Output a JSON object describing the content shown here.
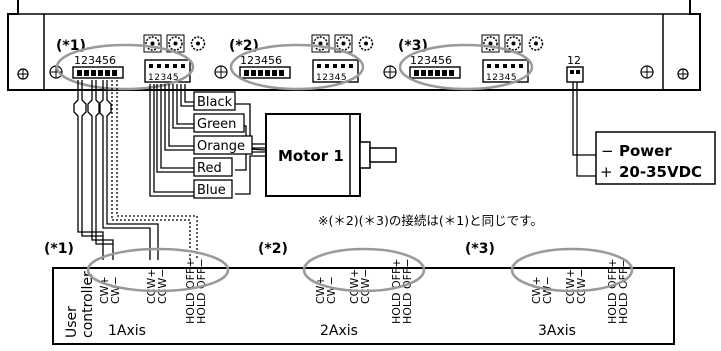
{
  "driver_board": {
    "groups": [
      {
        "marker": "(*1)",
        "dip_numbers": "123456"
      },
      {
        "marker": "(*2)",
        "dip_numbers": "123456"
      },
      {
        "marker": "(*3)",
        "dip_numbers": "123456"
      }
    ],
    "motor_pin_numbers": "12345",
    "power_pin_numbers": "12"
  },
  "motor": {
    "label": "Motor 1",
    "wire_labels": [
      "Black",
      "Green",
      "Orange",
      "Red",
      "Blue"
    ]
  },
  "power": {
    "minus_sign": "−",
    "plus_sign": "+",
    "label_line1": "Power",
    "label_line2": "20-35VDC"
  },
  "note": "※(＊2)(＊3)の接続は(＊1)と同じです。",
  "controller": {
    "title_line1": "User",
    "title_line2": "controller",
    "axes": [
      {
        "marker": "(*1)",
        "label": "1Axis"
      },
      {
        "marker": "(*2)",
        "label": "2Axis"
      },
      {
        "marker": "(*3)",
        "label": "3Axis"
      }
    ],
    "signal_labels": [
      "CW+",
      "CW−",
      "CCW+",
      "CCW−",
      "HOLD OFF+",
      "HOLD OFF−"
    ]
  }
}
